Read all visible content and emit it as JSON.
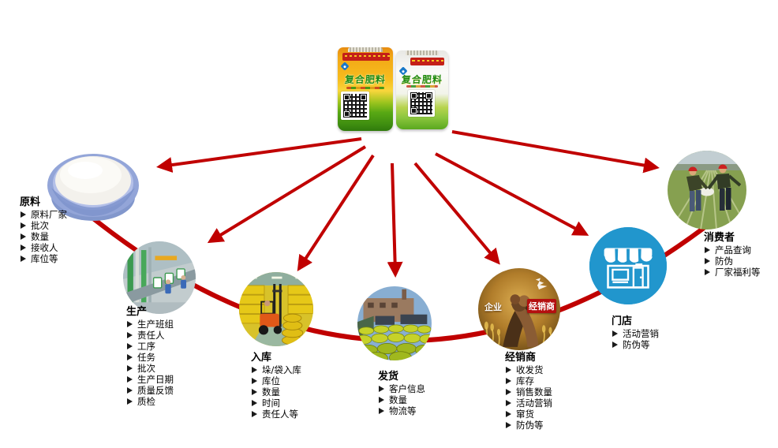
{
  "product": {
    "bag_left_label": "复合肥料",
    "bag_right_label": "复合肥料"
  },
  "nodes": [
    {
      "id": "raw-material",
      "header": "原料",
      "items": [
        "原料厂家",
        "批次",
        "数量",
        "接收人",
        "库位等"
      ]
    },
    {
      "id": "production",
      "header": "生产",
      "items": [
        "生产班组",
        "责任人",
        "工序",
        "任务",
        "批次",
        "生产日期",
        "质量反馈",
        "质检"
      ]
    },
    {
      "id": "warehousing",
      "header": "入库",
      "items": [
        "垛/袋入库",
        "库位",
        "数量",
        "时间",
        "责任人等"
      ]
    },
    {
      "id": "shipping",
      "header": "发货",
      "items": [
        "客户信息",
        "数量",
        "物流等"
      ]
    },
    {
      "id": "distributor",
      "header": "经销商",
      "items": [
        "收发货",
        "库存",
        "销售数量",
        "活动营销",
        "窜货",
        "防伪等"
      ]
    },
    {
      "id": "store",
      "header": "门店",
      "items": [
        "活动营销",
        "防伪等"
      ]
    },
    {
      "id": "consumer",
      "header": "消费者",
      "items": [
        "产品查询",
        "防伪",
        "厂家福利等"
      ]
    }
  ],
  "handshake": {
    "left_label": "企业",
    "right_label": "经销商"
  },
  "icons": {
    "bullet": "arrowhead-right-bullet",
    "store": "storefront",
    "qr": "qr-code",
    "logo": "brand-diamond"
  },
  "colors": {
    "arrow_red": "#c00000",
    "store_blue": "#2196cd",
    "bag_yellow": "#f6b014",
    "bag_green": "#4a9a14",
    "title_green": "#1e8a10"
  }
}
